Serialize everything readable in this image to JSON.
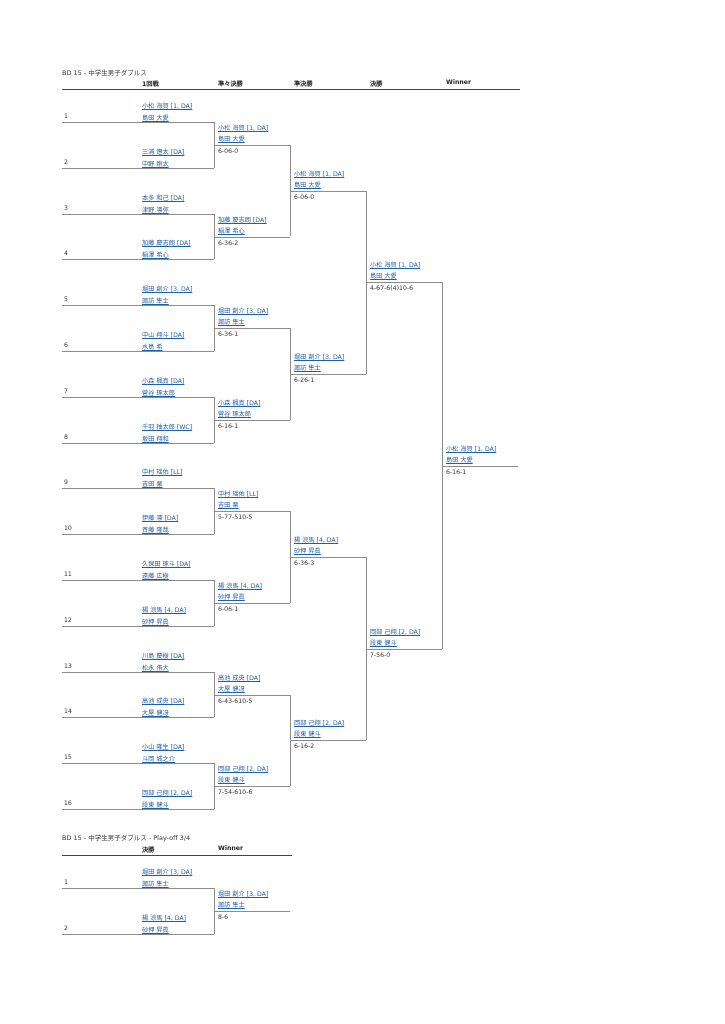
{
  "main": {
    "title": "BD 15 - 中学生男子ダブルス",
    "headers": [
      "1回戦",
      "準々決勝",
      "準決勝",
      "決勝",
      "Winner"
    ],
    "r1": [
      {
        "seed": "1",
        "p1": "小松 海賀 [1, DA]",
        "p2": "島田 大愛"
      },
      {
        "seed": "2",
        "p1": "三浦 遼太 [DA]",
        "p2": "中野 剛太"
      },
      {
        "seed": "3",
        "p1": "本多 和己 [DA]",
        "p2": "津野 凛弥"
      },
      {
        "seed": "4",
        "p1": "加藤 慶志朗 [DA]",
        "p2": "稲澤 希心"
      },
      {
        "seed": "5",
        "p1": "堀田 創介 [3, DA]",
        "p2": "諏訪 隼士"
      },
      {
        "seed": "6",
        "p1": "中山 翔斗 [DA]",
        "p2": "水島 希"
      },
      {
        "seed": "7",
        "p1": "小森 楓真 [DA]",
        "p2": "菅谷 琢太郎"
      },
      {
        "seed": "8",
        "p1": "千羽 柚太郎 [WC]",
        "p2": "坂田 翔和"
      },
      {
        "seed": "9",
        "p1": "中村 瑶佑 [LL]",
        "p2": "吉田 栗"
      },
      {
        "seed": "10",
        "p1": "伊藤 凛 [DA]",
        "p2": "斉藤 隆哉"
      },
      {
        "seed": "11",
        "p1": "久保田 琢斗 [DA]",
        "p2": "遠藤 広樹"
      },
      {
        "seed": "12",
        "p1": "楊 涼馬 [4, DA]",
        "p2": "砂押 昇眞"
      },
      {
        "seed": "13",
        "p1": "川島 慶樹 [DA]",
        "p2": "松永 侑大"
      },
      {
        "seed": "14",
        "p1": "高池 成央 [DA]",
        "p2": "大屋 健冴"
      },
      {
        "seed": "15",
        "p1": "小山 隆生 [DA]",
        "p2": "斗岡 城之介"
      },
      {
        "seed": "16",
        "p1": "岡部 己翔 [2, DA]",
        "p2": "段東 健斗"
      }
    ],
    "qf": [
      {
        "p1": "小松 海賀 [1, DA]",
        "p2": "島田 大愛",
        "score": "6-06-0"
      },
      {
        "p1": "加藤 慶志朗 [DA]",
        "p2": "稲澤 希心",
        "score": "6-36-2"
      },
      {
        "p1": "堀田 創介 [3, DA]",
        "p2": "諏訪 隼士",
        "score": "6-36-1"
      },
      {
        "p1": "小森 楓真 [DA]",
        "p2": "菅谷 琢太郎",
        "score": "6-16-1"
      },
      {
        "p1": "中村 瑶佑 [LL]",
        "p2": "吉田 栗",
        "score": "5-77-510-5"
      },
      {
        "p1": "楊 涼馬 [4, DA]",
        "p2": "砂押 昇眞",
        "score": "6-06-1"
      },
      {
        "p1": "高池 成央 [DA]",
        "p2": "大屋 健冴",
        "score": "6-43-610-5"
      },
      {
        "p1": "岡部 己翔 [2, DA]",
        "p2": "段東 健斗",
        "score": "7-54-610-6"
      }
    ],
    "sf": [
      {
        "p1": "小松 海賀 [1, DA]",
        "p2": "島田 大愛",
        "score": "6-06-0"
      },
      {
        "p1": "堀田 創介 [3, DA]",
        "p2": "諏訪 隼士",
        "score": "6-26-1"
      },
      {
        "p1": "楊 涼馬 [4, DA]",
        "p2": "砂押 昇眞",
        "score": "6-36-3"
      },
      {
        "p1": "岡部 己翔 [2, DA]",
        "p2": "段東 健斗",
        "score": "6-16-2"
      }
    ],
    "f": [
      {
        "p1": "小松 海賀 [1, DA]",
        "p2": "島田 大愛",
        "score": "4-67-6(4)10-6"
      },
      {
        "p1": "岡部 己翔 [2, DA]",
        "p2": "段東 健斗",
        "score": "7-56-0"
      }
    ],
    "w": [
      {
        "p1": "小松 海賀 [1, DA]",
        "p2": "島田 大愛",
        "score": "6-16-1"
      }
    ]
  },
  "playoff": {
    "title": "BD 15 - 中学生男子ダブルス - Play-off 3/4",
    "headers": [
      "決勝",
      "Winner"
    ],
    "r1": [
      {
        "seed": "1",
        "p1": "堀田 創介 [3, DA]",
        "p2": "諏訪 隼士"
      },
      {
        "seed": "2",
        "p1": "楊 涼馬 [4, DA]",
        "p2": "砂押 昇眞"
      }
    ],
    "w": [
      {
        "p1": "堀田 創介 [3, DA]",
        "p2": "諏訪 隼士",
        "score": "8-6"
      }
    ]
  }
}
